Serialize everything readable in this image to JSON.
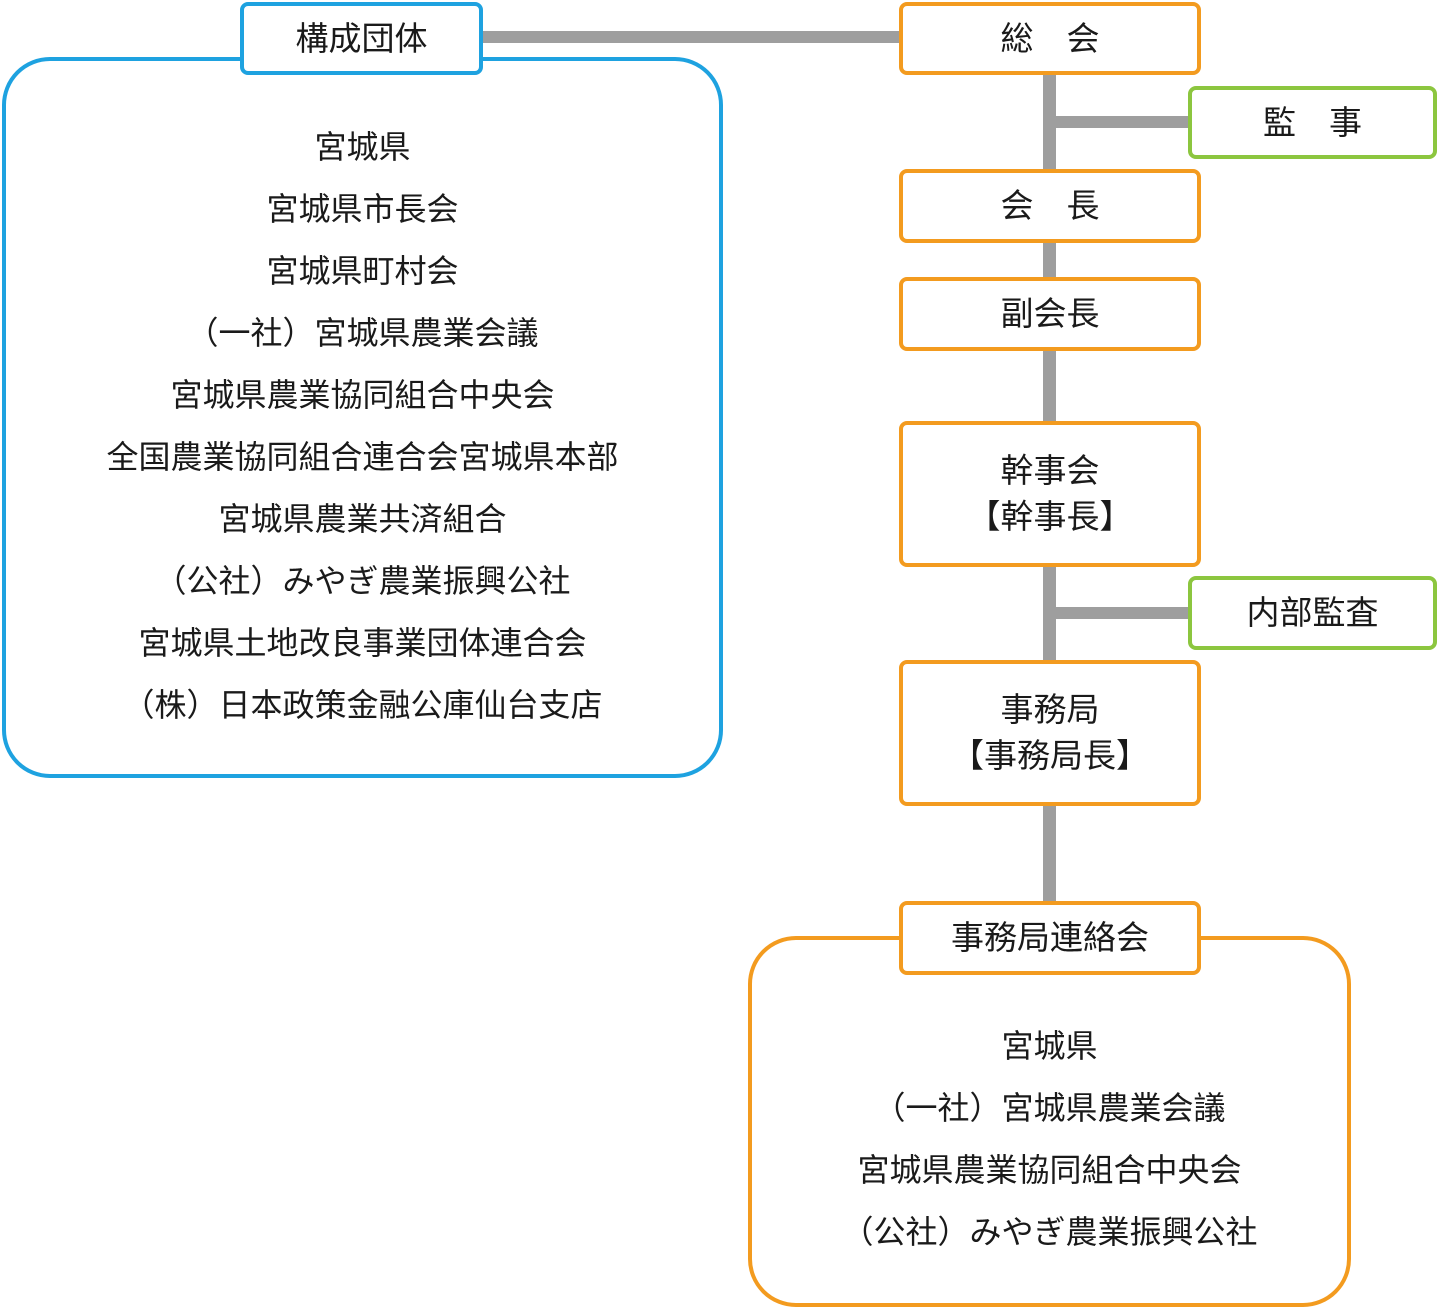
{
  "colors": {
    "orange": "#f39b1f",
    "green": "#8cc63f",
    "blue": "#1ea2e0",
    "connector": "#9e9e9e"
  },
  "members": {
    "label": "構成団体",
    "items": [
      "宮城県",
      "宮城県市長会",
      "宮城県町村会",
      "（一社）宮城県農業会議",
      "宮城県農業協同組合中央会",
      "全国農業協同組合連合会宮城県本部",
      "宮城県農業共済組合",
      "（公社）みやぎ農業振興公社",
      "宮城県土地改良事業団体連合会",
      "（株）日本政策金融公庫仙台支店"
    ]
  },
  "org": {
    "general_meeting": "総　会",
    "auditor": "監　事",
    "president": "会　長",
    "vice_president": "副会長",
    "board": {
      "name": "幹事会",
      "head": "【幹事長】"
    },
    "internal_audit": "内部監査",
    "secretariat": {
      "name": "事務局",
      "head": "【事務局長】"
    },
    "liaison": {
      "label": "事務局連絡会",
      "items": [
        "宮城県",
        "（一社）宮城県農業会議",
        "宮城県農業協同組合中央会",
        "（公社）みやぎ農業振興公社"
      ]
    }
  }
}
